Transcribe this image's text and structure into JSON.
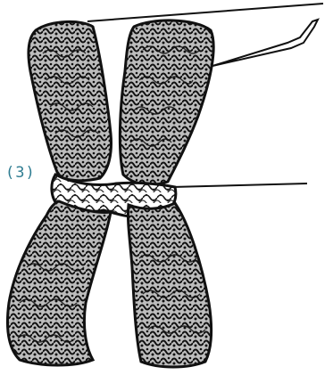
{
  "diagram": {
    "subject": "chromosome",
    "labels": [
      {
        "id": "centromere",
        "text": "(3)"
      }
    ],
    "colors": {
      "label": "#2f7d92",
      "ink": "#1a1a1a",
      "fill": "#6b6b6b",
      "background": "#ffffff"
    }
  }
}
